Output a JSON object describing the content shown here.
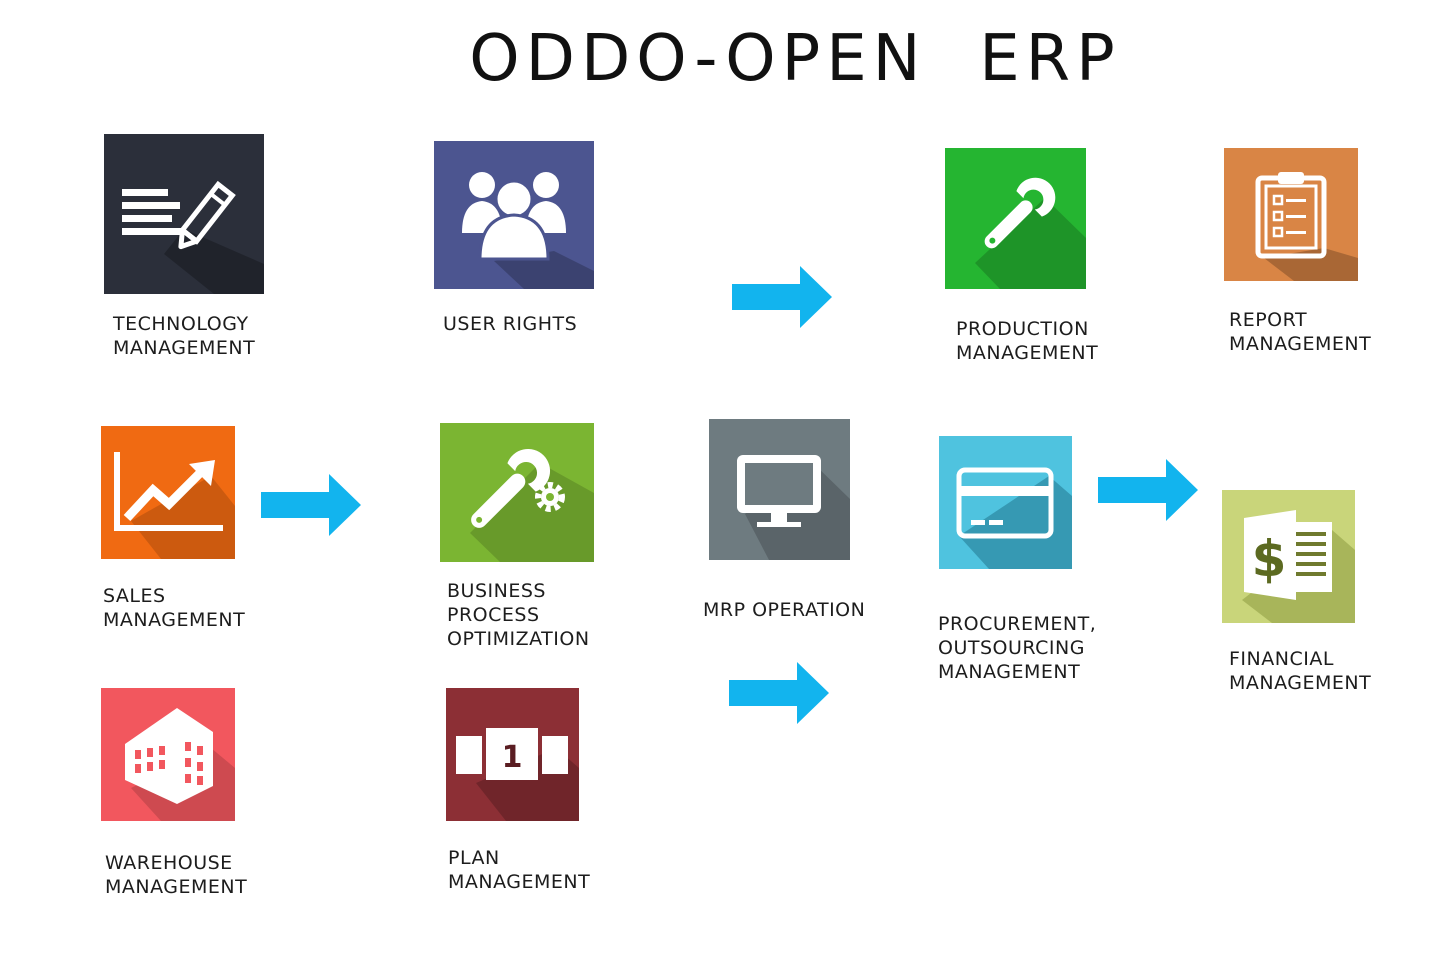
{
  "title": "ODDO-OPEN  ERP",
  "modules": {
    "technology": {
      "line1": "TECHNOLOGY",
      "line2": "MANAGEMENT",
      "color": "#2b2f3a",
      "icon": "list-pencil-icon"
    },
    "user_rights": {
      "line1": "USER RIGHTS",
      "color": "#4c5590",
      "icon": "users-group-icon"
    },
    "production": {
      "line1": "PRODUCTION",
      "line2": "MANAGEMENT",
      "color": "#25b531",
      "icon": "wrench-icon"
    },
    "report": {
      "line1": "REPORT",
      "line2": "MANAGEMENT",
      "color": "#d98545",
      "icon": "clipboard-checklist-icon"
    },
    "sales": {
      "line1": "SALES",
      "line2": "MANAGEMENT",
      "color": "#f06a12",
      "icon": "trend-chart-icon"
    },
    "business_process": {
      "line1": "BUSINESS",
      "line2": "PROCESS",
      "line3": "OPTIMIZATION",
      "color": "#7bb532",
      "icon": "wrench-gear-icon"
    },
    "mrp": {
      "line1": "MRP OPERATION",
      "color": "#6e7b80",
      "icon": "monitor-icon"
    },
    "procurement": {
      "line1": "PROCUREMENT,",
      "line2": "OUTSOURCING",
      "line3": "MANAGEMENT",
      "color": "#4fc3df",
      "icon": "credit-card-icon"
    },
    "financial": {
      "line1": "FINANCIAL",
      "line2": "MANAGEMENT",
      "color": "#c9d57a",
      "icon": "dollar-document-icon"
    },
    "warehouse": {
      "line1": "WAREHOUSE",
      "line2": "MANAGEMENT",
      "color": "#f2575e",
      "icon": "building-icon"
    },
    "plan": {
      "line1": "PLAN",
      "line2": "MANAGEMENT",
      "color": "#8c2f35",
      "icon": "ranking-icon",
      "badge": "1"
    }
  },
  "arrow_color": "#12b4ee"
}
